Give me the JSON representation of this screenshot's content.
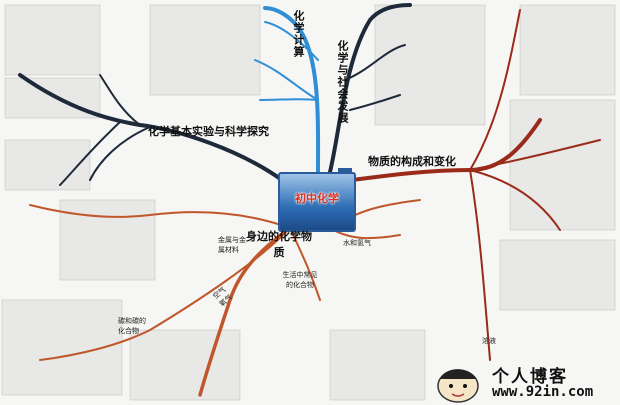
{
  "center": {
    "title": "初中化学"
  },
  "branches": {
    "calc": "化学计算",
    "society": "化学与社会发展",
    "matter": "物质的构成和变化",
    "experiment": "化学基本实验与科学探究",
    "substances": "身边的化学物质",
    "metals": "金属与金属材料",
    "water": "水和氢气",
    "common": "生活中常见的化合物",
    "carbon": "碳和碳的化合物",
    "air": "空气氧气",
    "sol": "溶液"
  },
  "watermark": {
    "title": "个人博客",
    "url": "www.92in.com"
  },
  "colors": {
    "calc": "#2f8fd6",
    "society": "#1e2a3a",
    "matter": "#9a2a1a",
    "experiment": "#1e2a3a",
    "substances": "#c0572c",
    "center_fill": "#2d6cb4",
    "center_title": "#e03020"
  }
}
